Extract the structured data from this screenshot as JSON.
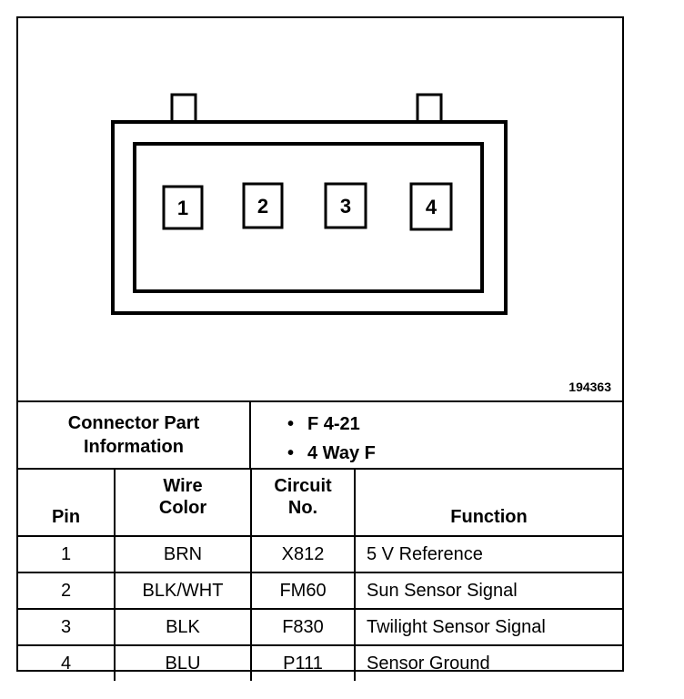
{
  "figure": {
    "id": "194363",
    "pins": [
      "1",
      "2",
      "3",
      "4"
    ]
  },
  "connector_info": {
    "label_line1": "Connector Part",
    "label_line2": "Information",
    "items": [
      "F 4-21",
      "4 Way F"
    ],
    "bullet": "•"
  },
  "table": {
    "headers": {
      "pin": "Pin",
      "wire_color_1": "Wire",
      "wire_color_2": "Color",
      "circuit_1": "Circuit",
      "circuit_2": "No.",
      "function": "Function"
    },
    "rows": [
      {
        "pin": "1",
        "wire_color": "BRN",
        "circuit": "X812",
        "function": "5 V Reference"
      },
      {
        "pin": "2",
        "wire_color": "BLK/WHT",
        "circuit": "FM60",
        "function": "Sun Sensor Signal"
      },
      {
        "pin": "3",
        "wire_color": "BLK",
        "circuit": "F830",
        "function": "Twilight Sensor Signal"
      },
      {
        "pin": "4",
        "wire_color": "BLU",
        "circuit": "P111",
        "function": "Sensor Ground"
      }
    ]
  }
}
